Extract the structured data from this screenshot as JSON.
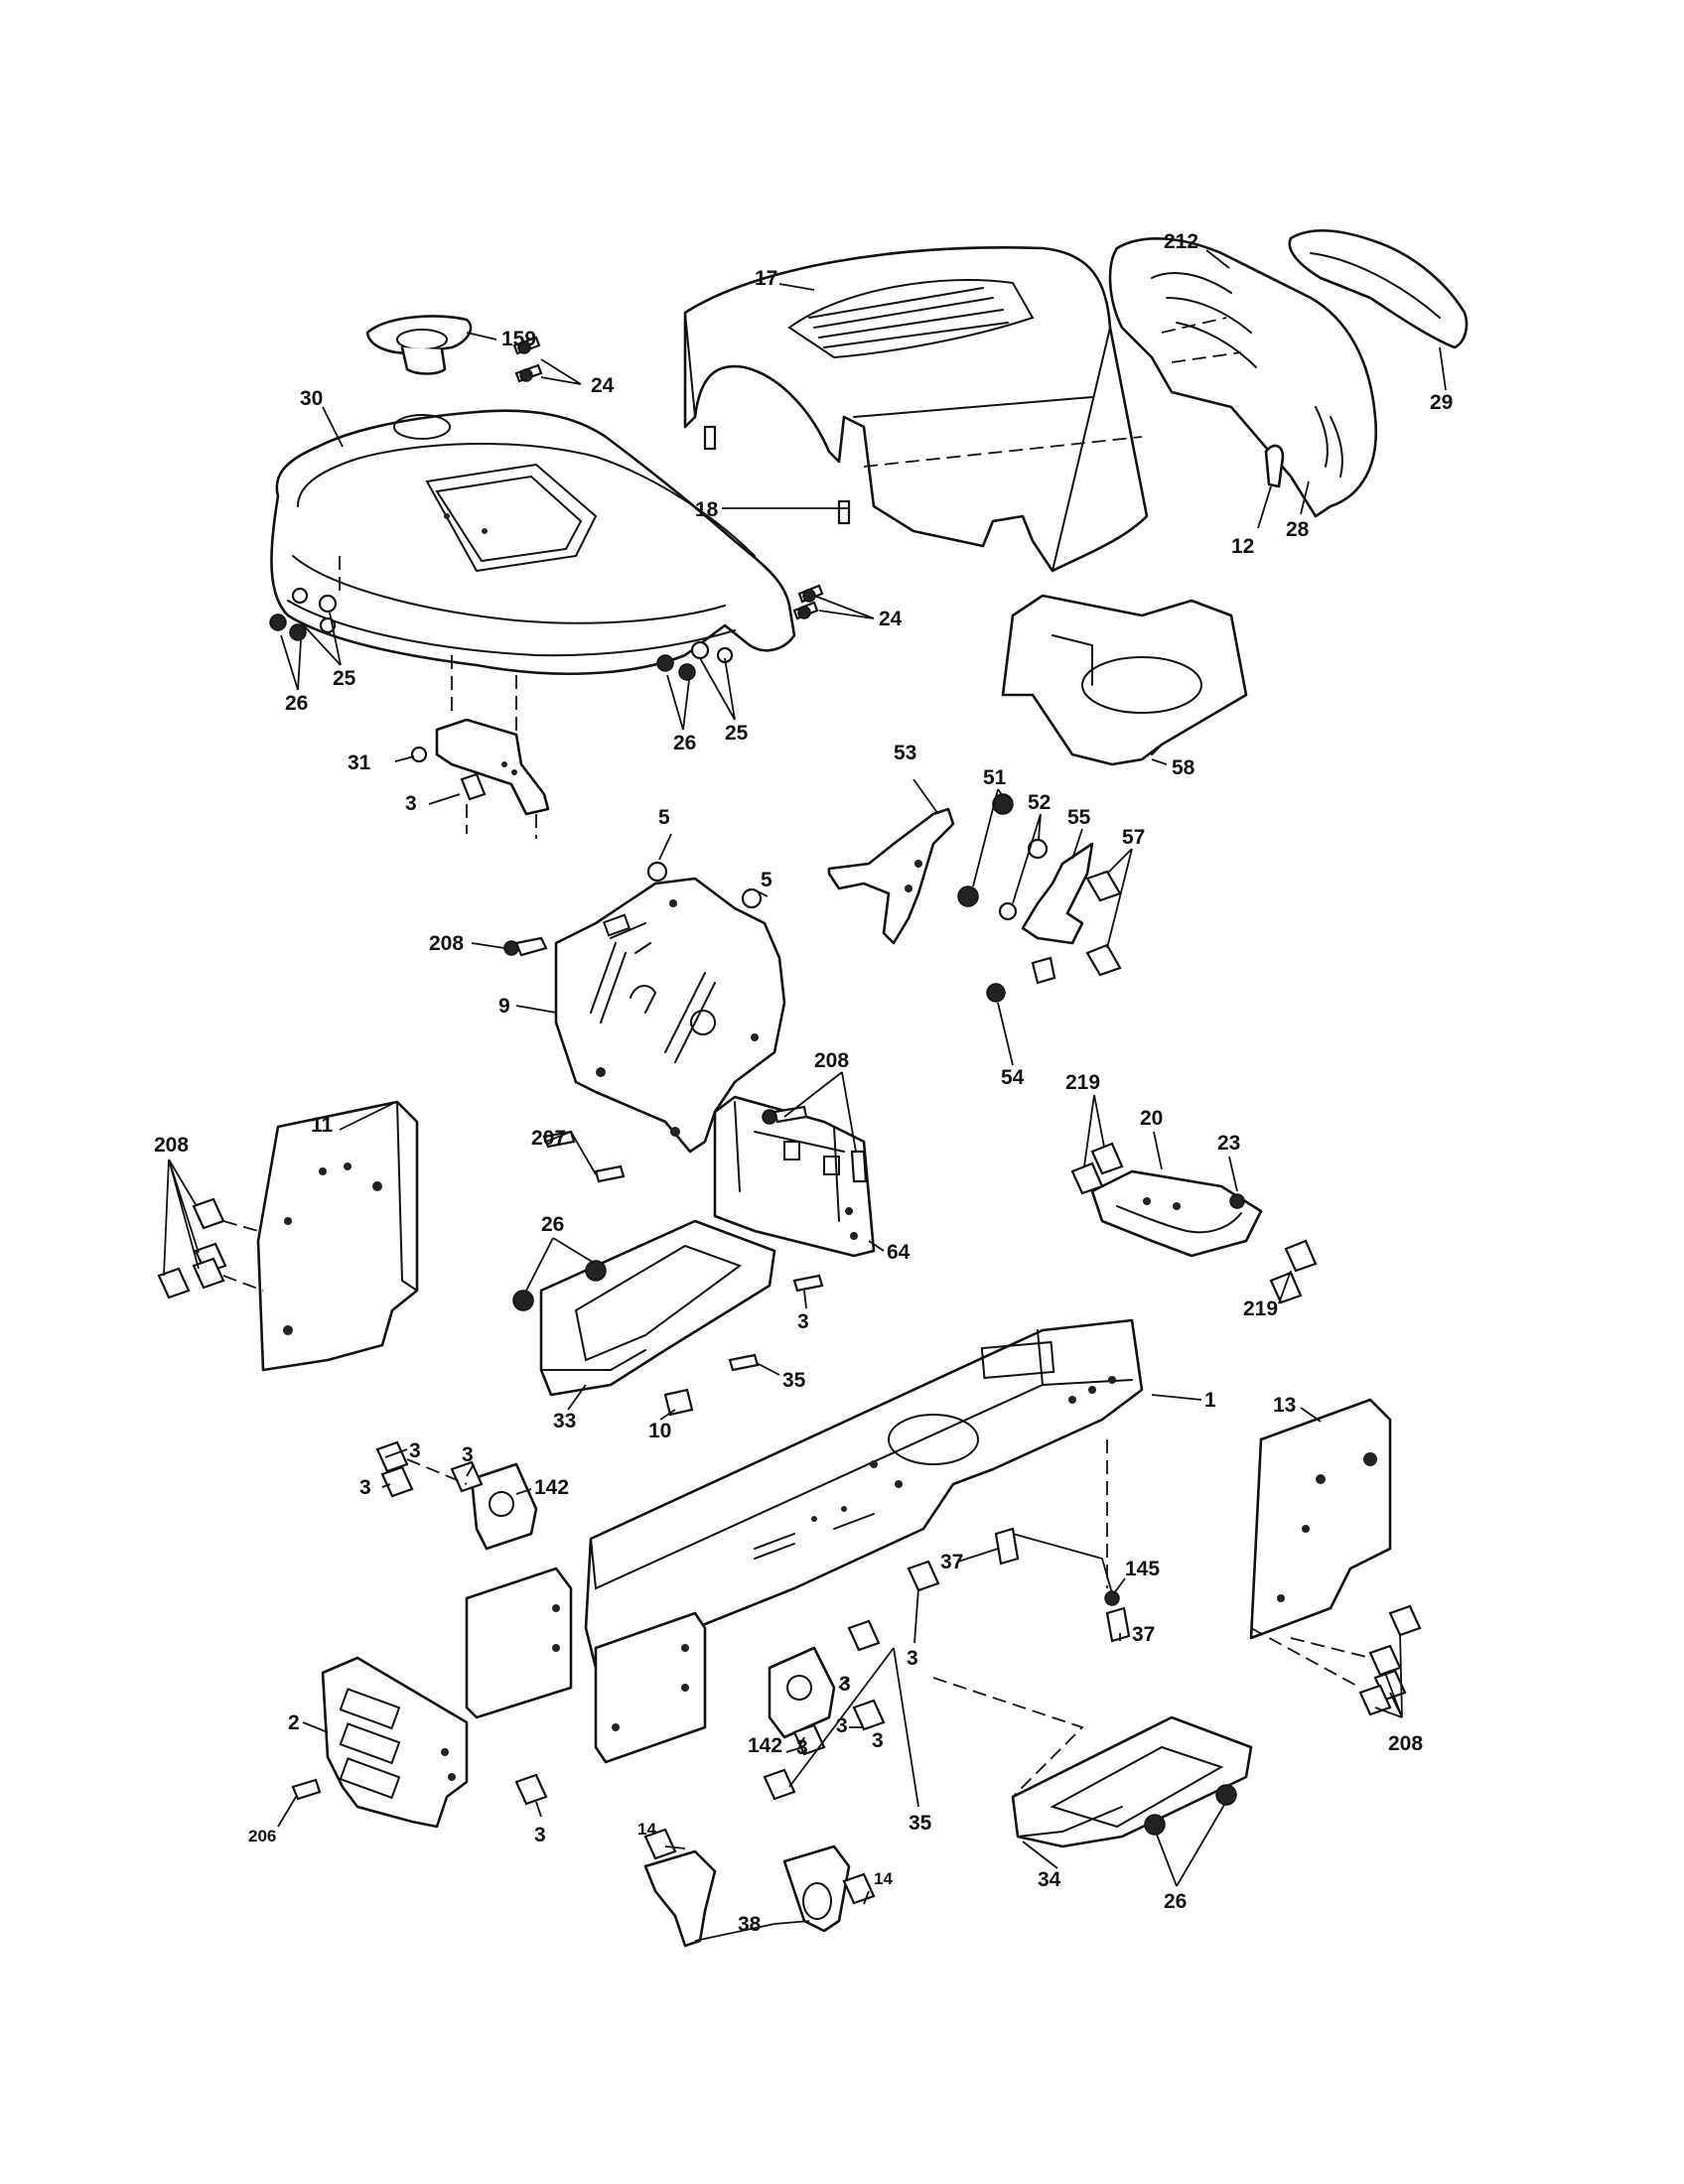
{
  "callouts": {
    "c17": "17",
    "c212": "212",
    "c159": "159",
    "c24a": "24",
    "c30": "30",
    "c18": "18",
    "c29": "29",
    "c12": "12",
    "c28": "28",
    "c24b": "24",
    "c25a": "25",
    "c26a": "26",
    "c25b": "25",
    "c26b": "26",
    "c58": "58",
    "c31": "31",
    "c3a": "3",
    "c53": "53",
    "c51": "51",
    "c52": "52",
    "c55": "55",
    "c57": "57",
    "c5a": "5",
    "c5b": "5",
    "c208a": "208",
    "c9": "9",
    "c54": "54",
    "c208b": "208",
    "c207": "207",
    "c219a": "219",
    "c20": "20",
    "c23": "23",
    "c11": "11",
    "c208c": "208",
    "c64": "64",
    "c26c": "26",
    "c219b": "219",
    "c3b": "3",
    "c35a": "35",
    "c33": "33",
    "c10": "10",
    "c1": "1",
    "c13": "13",
    "c3c": "3",
    "c3d": "3",
    "c3e": "3",
    "c142a": "142",
    "c37a": "37",
    "c145": "145",
    "c37b": "37",
    "c3f": "3",
    "c3g": "3",
    "c3h": "3",
    "c142b": "142",
    "c3i": "3",
    "c3j": "3",
    "c35b": "35",
    "c208d": "208",
    "c2": "2",
    "c206": "206",
    "c3k": "3",
    "c14a": "14",
    "c14b": "14",
    "c38": "38",
    "c34": "34",
    "c26d": "26"
  }
}
